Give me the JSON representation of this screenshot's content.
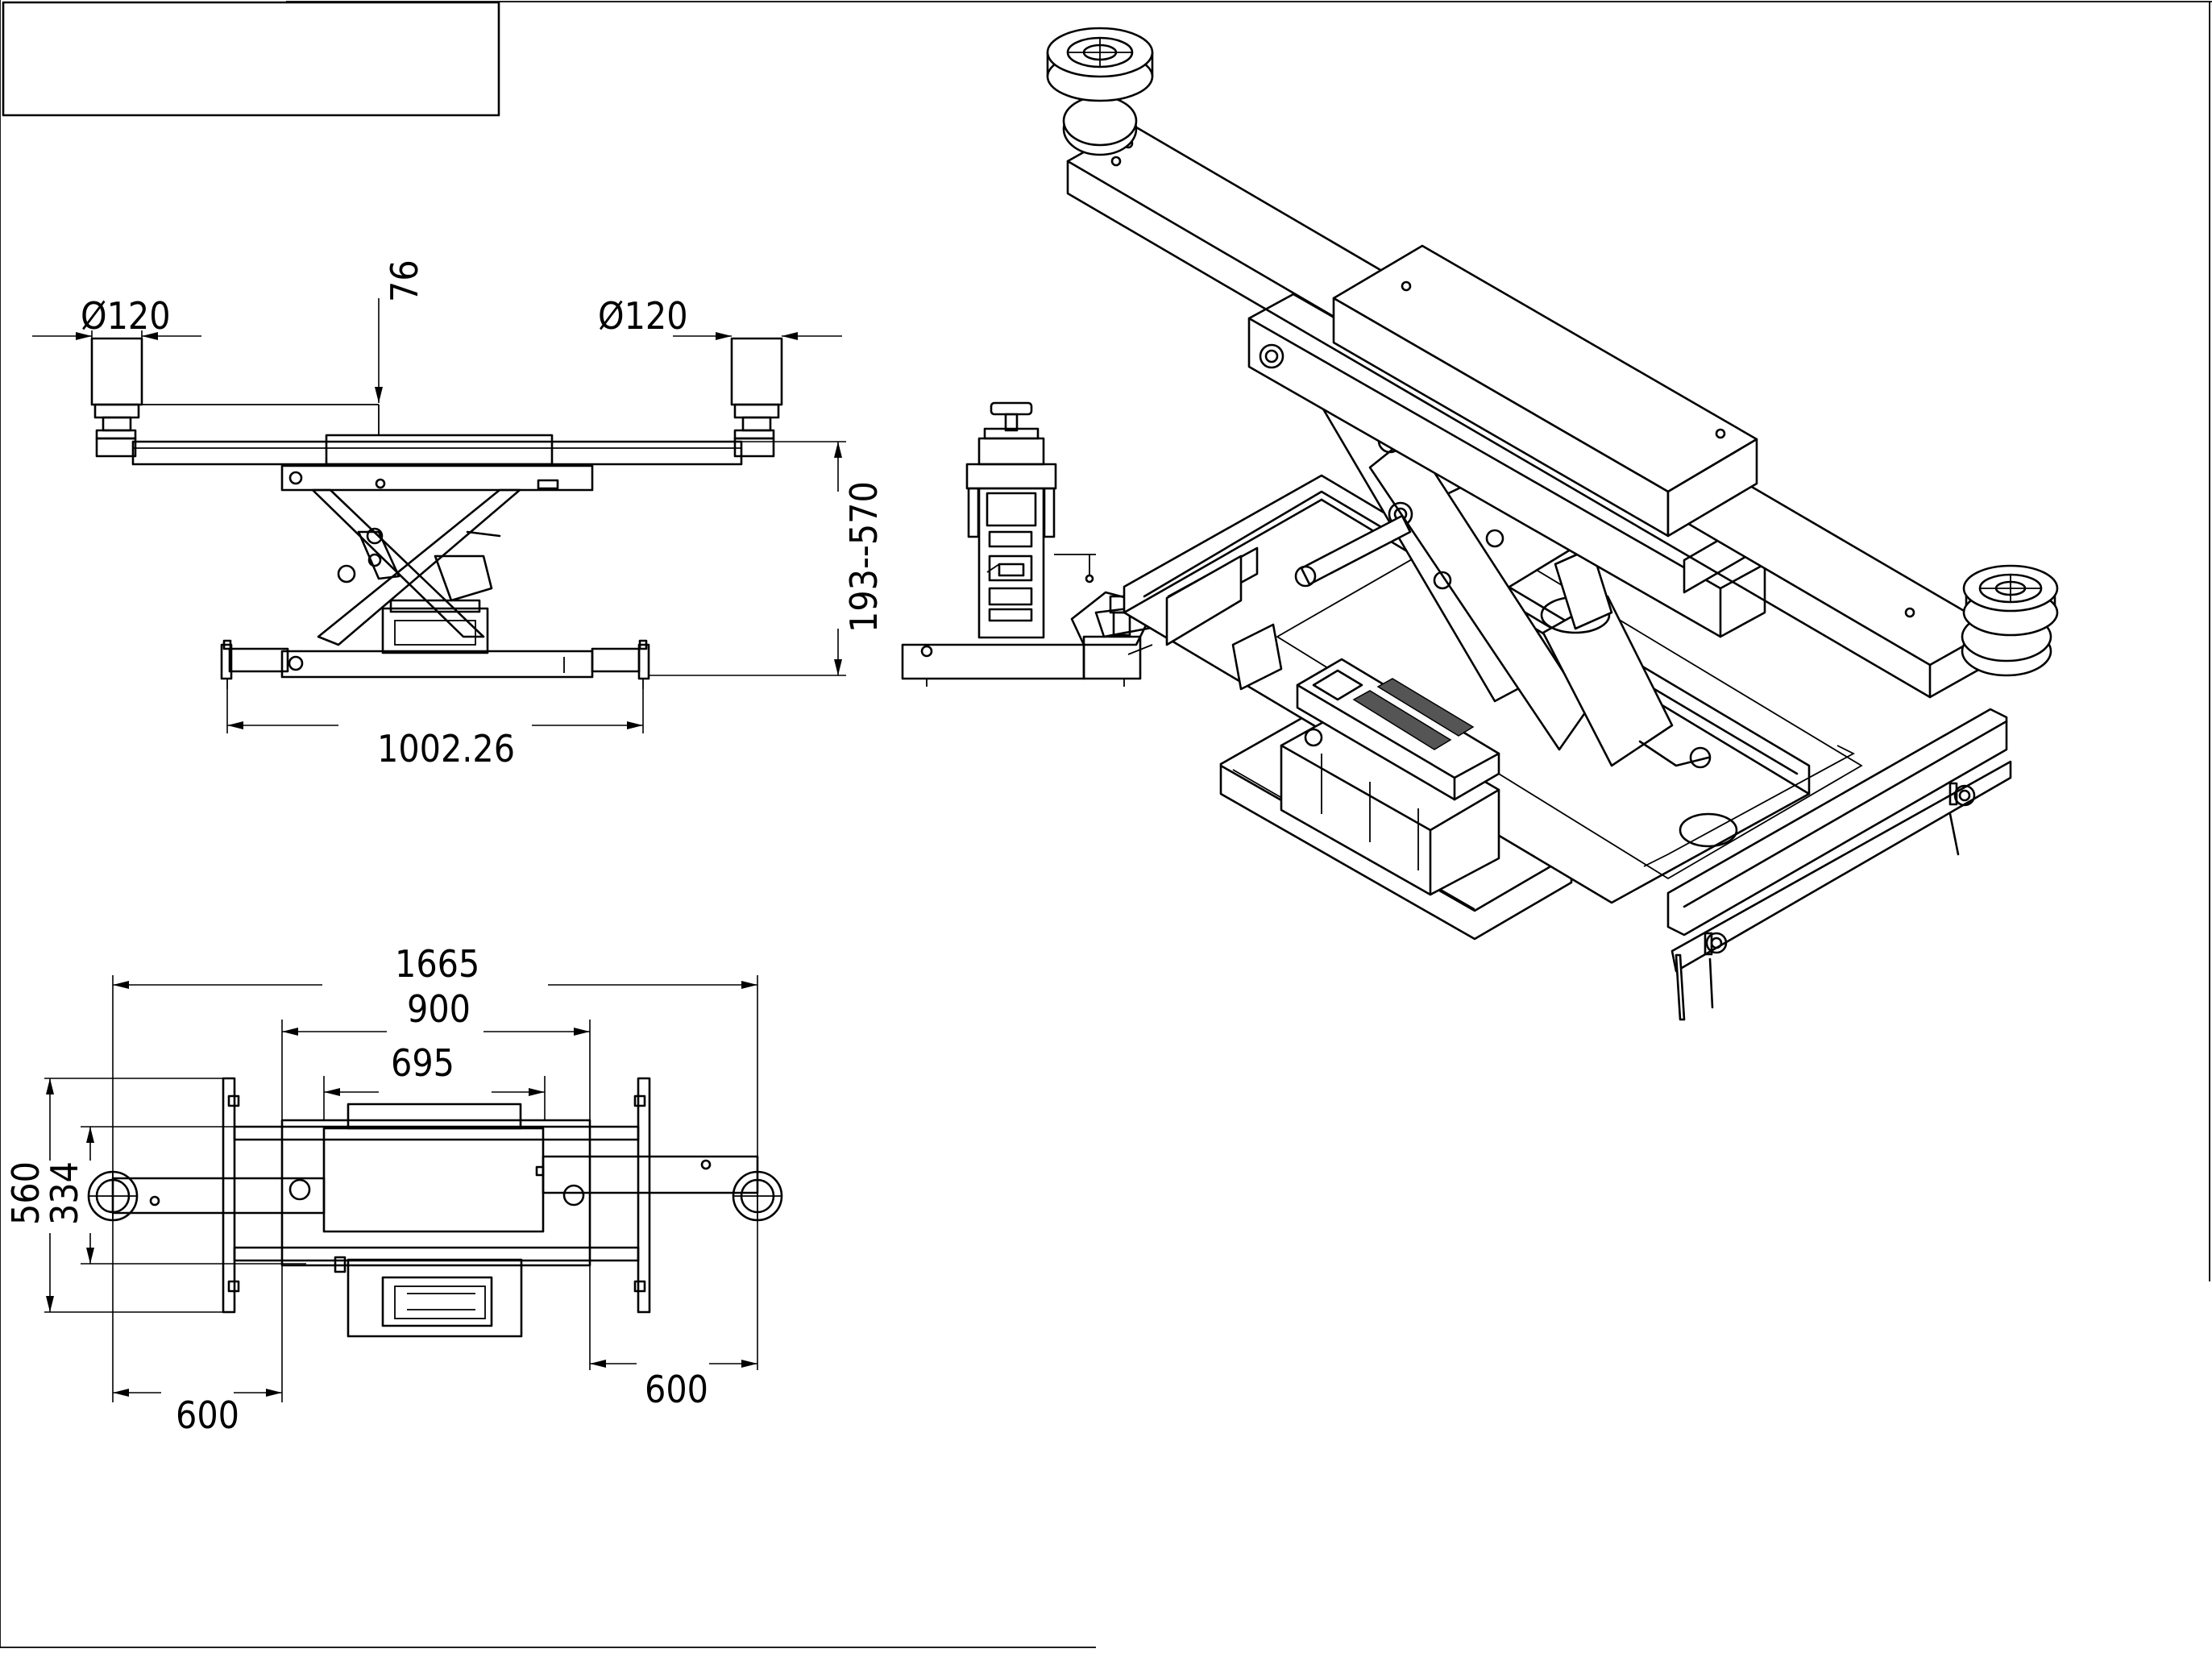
{
  "title_block": {
    "text": ""
  },
  "dimensions": {
    "side_view": {
      "pad_diameter_left": "Ø120",
      "pad_diameter_right": "Ø120",
      "pad_height": "76",
      "lift_height_range": "193--570",
      "base_width": "1002.26"
    },
    "top_view": {
      "overall_length": "1665",
      "frame_length": "900",
      "top_plate_length": "695",
      "overall_width": "560",
      "inner_width": "334",
      "arm_extension_left": "600",
      "arm_extension_right": "600"
    }
  },
  "views": [
    "side-elevation-view",
    "top-plan-view",
    "end-view",
    "isometric-view"
  ]
}
